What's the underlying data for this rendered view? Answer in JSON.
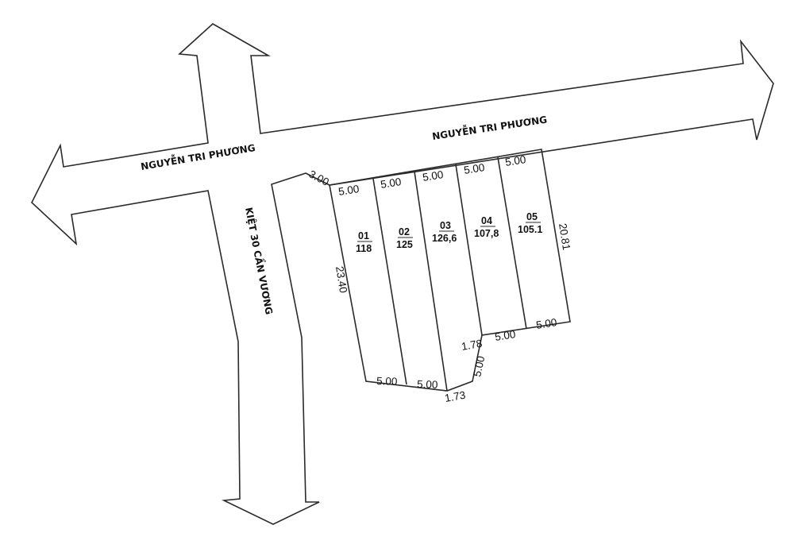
{
  "roads": {
    "main_left": "NGUYỄN TRI PHƯƠNG",
    "main_right": "NGUYỄN TRI PHƯƠNG",
    "alley": "KIỆT 30 CẦN VƯƠNG"
  },
  "lots": [
    {
      "no": "01",
      "area": "118"
    },
    {
      "no": "02",
      "area": "125"
    },
    {
      "no": "03",
      "area": "126,6"
    },
    {
      "no": "04",
      "area": "107,8"
    },
    {
      "no": "05",
      "area": "105.1"
    }
  ],
  "dimensions": {
    "corner_cut": "3.00",
    "front_widths": [
      "5.00",
      "5.00",
      "5.00",
      "5.00",
      "5.00"
    ],
    "left_depth": "23.40",
    "right_depth": "20.81",
    "rear_left": [
      "5.00",
      "5.00"
    ],
    "rear_jog_bottom": "1.73",
    "rear_step": "5.00",
    "rear_jog_top": "1.78",
    "rear_right": [
      "5.00",
      "5.00"
    ]
  }
}
